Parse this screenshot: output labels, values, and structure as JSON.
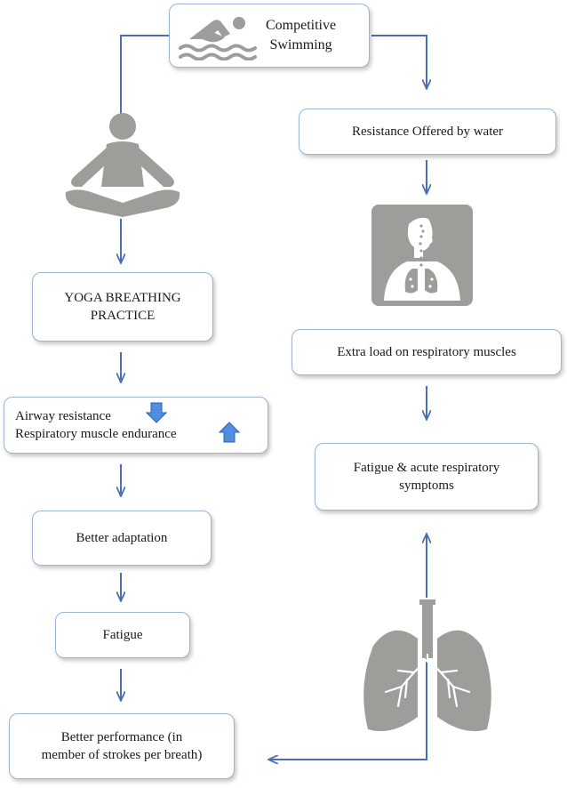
{
  "title_box": {
    "line1": "Competitive",
    "line2": "Swimming"
  },
  "left_column": {
    "yoga": {
      "line1": "YOGA BREATHING",
      "line2": "PRACTICE"
    },
    "effects": {
      "line1": "Airway resistance",
      "line2": "Respiratory muscle endurance"
    },
    "adaptation": "Better adaptation",
    "fatigue": "Fatigue",
    "performance": {
      "line1": "Better performance (in",
      "line2": "member of strokes per breath)"
    }
  },
  "right_column": {
    "resistance": "Resistance Offered by water",
    "extra_load": "Extra load on respiratory muscles",
    "fatigue_symptoms": {
      "line1": "Fatigue & acute respiratory",
      "line2": "symptoms"
    }
  },
  "icons": {
    "swimmer": "swimmer-icon",
    "meditation": "meditation-icon",
    "respiratory": "respiratory-system-icon",
    "lungs": "lungs-icon",
    "decrease": "arrow-down-icon",
    "increase": "arrow-up-icon"
  },
  "colors": {
    "connector": "#4a6fb5",
    "box_border": "#9db3cf",
    "icon_gray": "#9d9d99",
    "indicator_blue": "#4f8ee0"
  }
}
